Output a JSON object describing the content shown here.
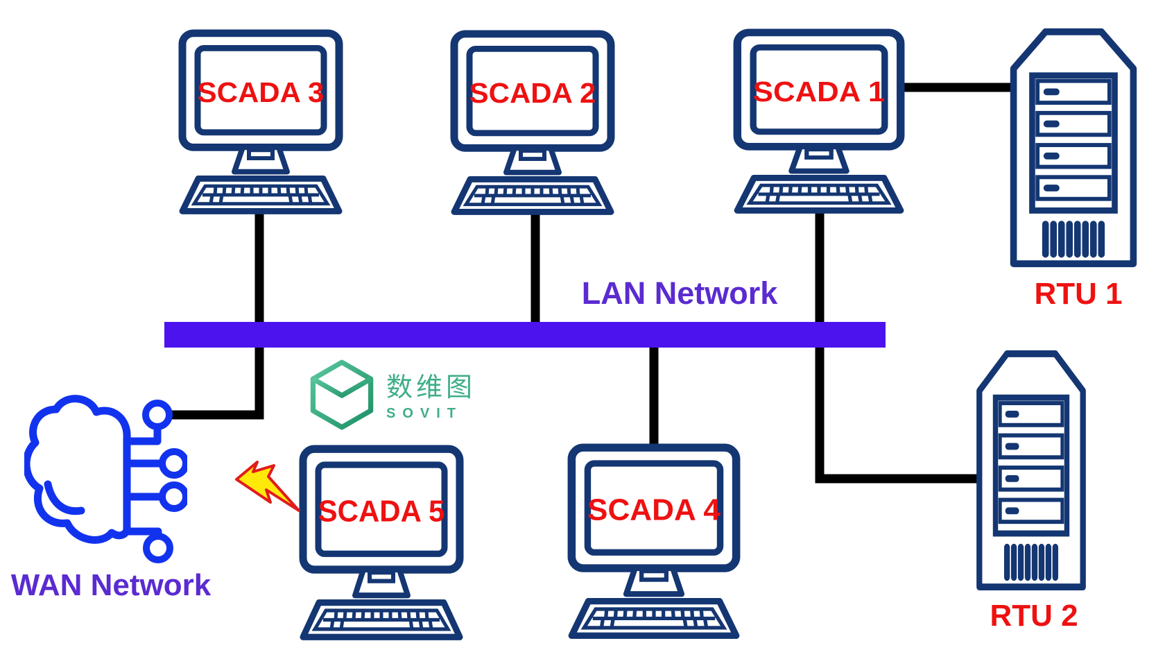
{
  "colors": {
    "background": "#ffffff",
    "device_outline": "#143672",
    "device_label_red": "#EE1111",
    "network_label_purple": "#5A2BD0",
    "lan_bus": "#4C13EE",
    "wan_cloud_blue": "#1233EE",
    "cable_black": "#000000",
    "lightning_fill": "#FFE90A",
    "lightning_outline": "#E21B1B",
    "watermark_green": "#3FAE88"
  },
  "networks": {
    "lan": {
      "label": "LAN Network"
    },
    "wan": {
      "label": "WAN Network"
    }
  },
  "nodes": {
    "scada1": {
      "label": "SCADA 1"
    },
    "scada2": {
      "label": "SCADA 2"
    },
    "scada3": {
      "label": "SCADA 3"
    },
    "scada4": {
      "label": "SCADA 4"
    },
    "scada5": {
      "label": "SCADA 5"
    },
    "rtu1": {
      "label": "RTU 1"
    },
    "rtu2": {
      "label": "RTU 2"
    }
  },
  "icons": {
    "wan_cloud": "cloud-network-icon",
    "lightning": "attack-lightning-icon",
    "cube": "sovit-cube-icon"
  },
  "watermark": {
    "cjk": "数维图",
    "latin": "SOVIT"
  }
}
